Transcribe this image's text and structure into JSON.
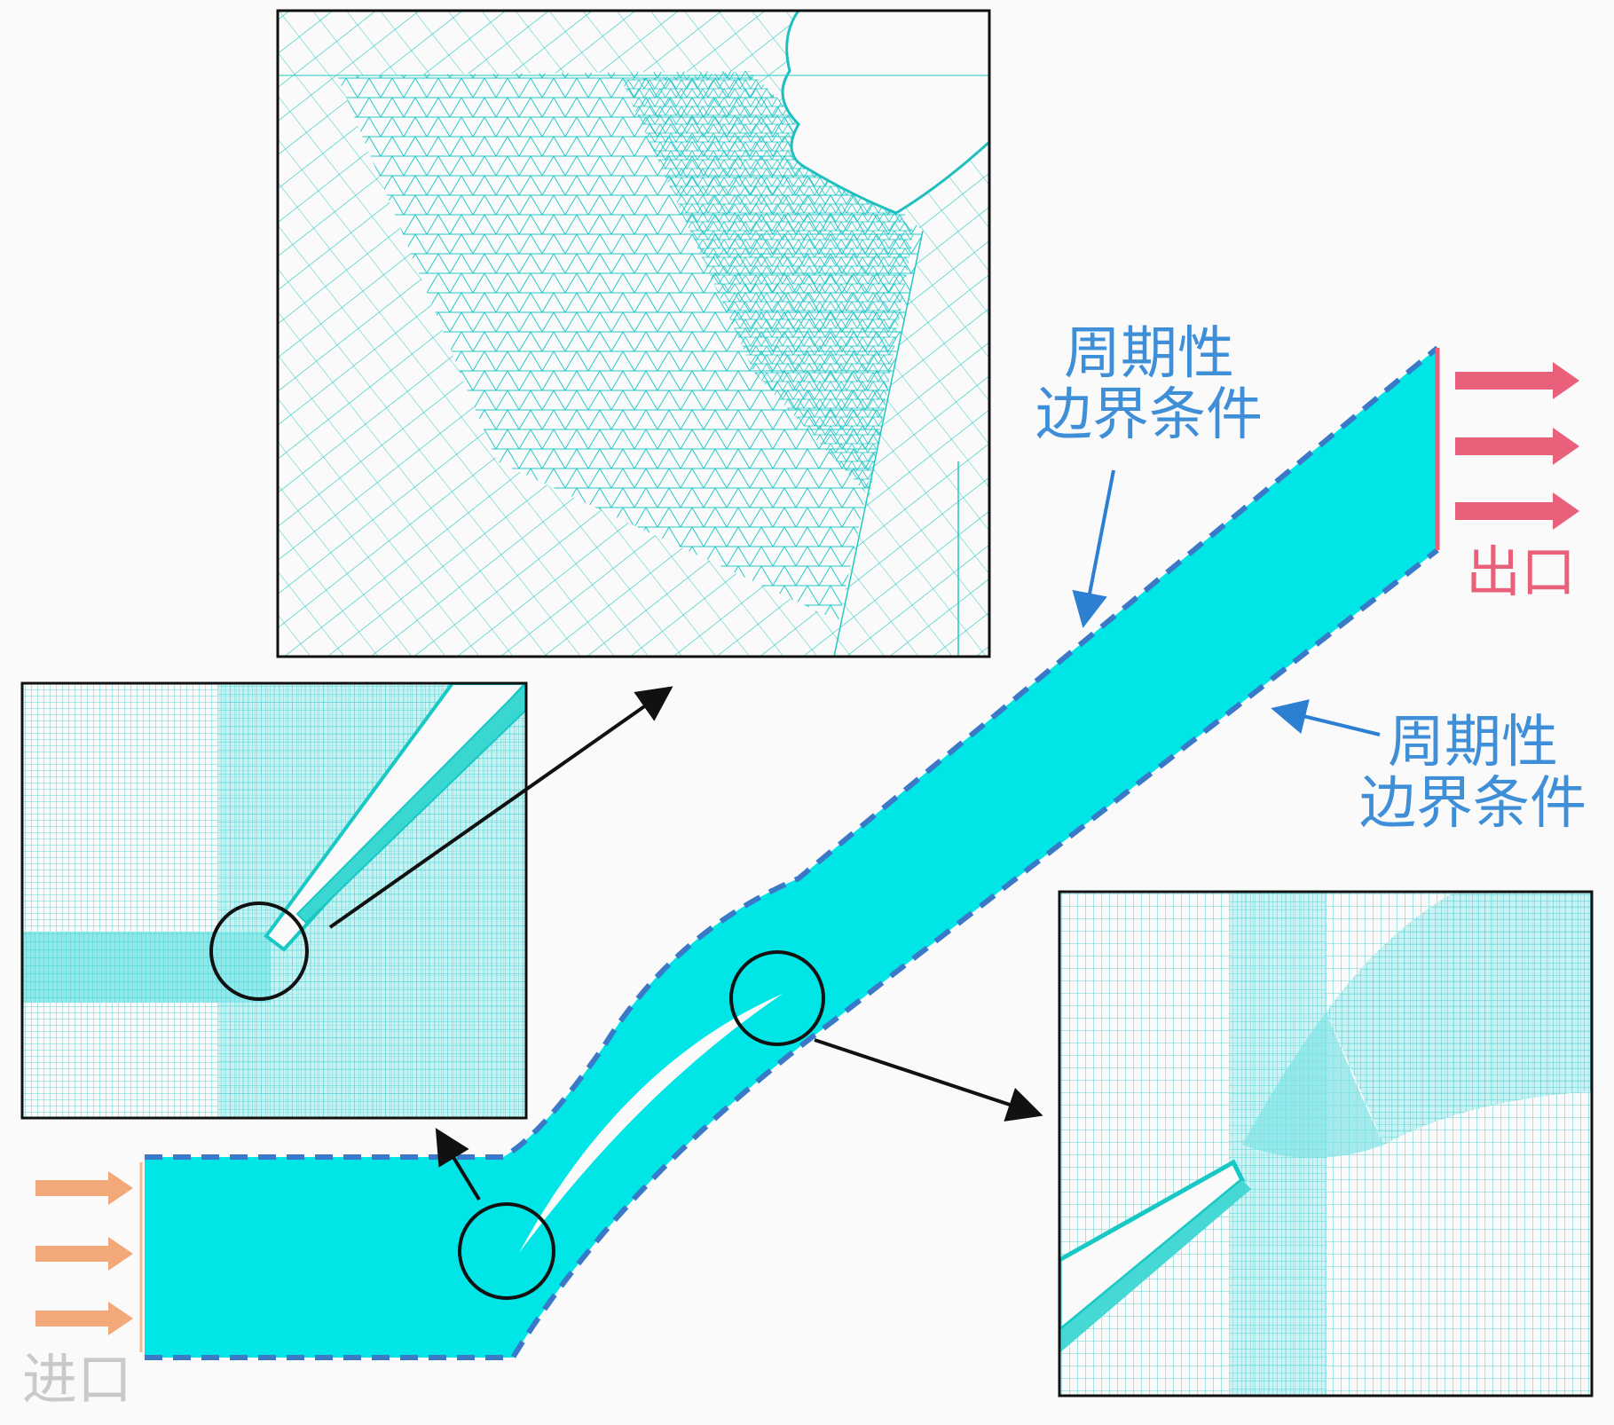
{
  "labels": {
    "inlet": "进口",
    "outlet": "出口",
    "periodic_top_line1": "周期性",
    "periodic_top_line2": "边界条件",
    "periodic_right_line1": "周期性",
    "periodic_right_line2": "边界条件"
  },
  "colors": {
    "mesh_fill": "#00e5e5",
    "mesh_line": "#1ec8c0",
    "periodic_dash": "#3a78c8",
    "annotation_blue": "#3e8fd8",
    "outlet": "#e8607a",
    "inlet_arrow": "#f2a878",
    "callout_arrow": "#111111"
  },
  "icons": {
    "inlet_arrows": "right-arrow-icon",
    "outlet_arrows": "right-arrow-icon",
    "callouts": "circle-callout-icon"
  }
}
